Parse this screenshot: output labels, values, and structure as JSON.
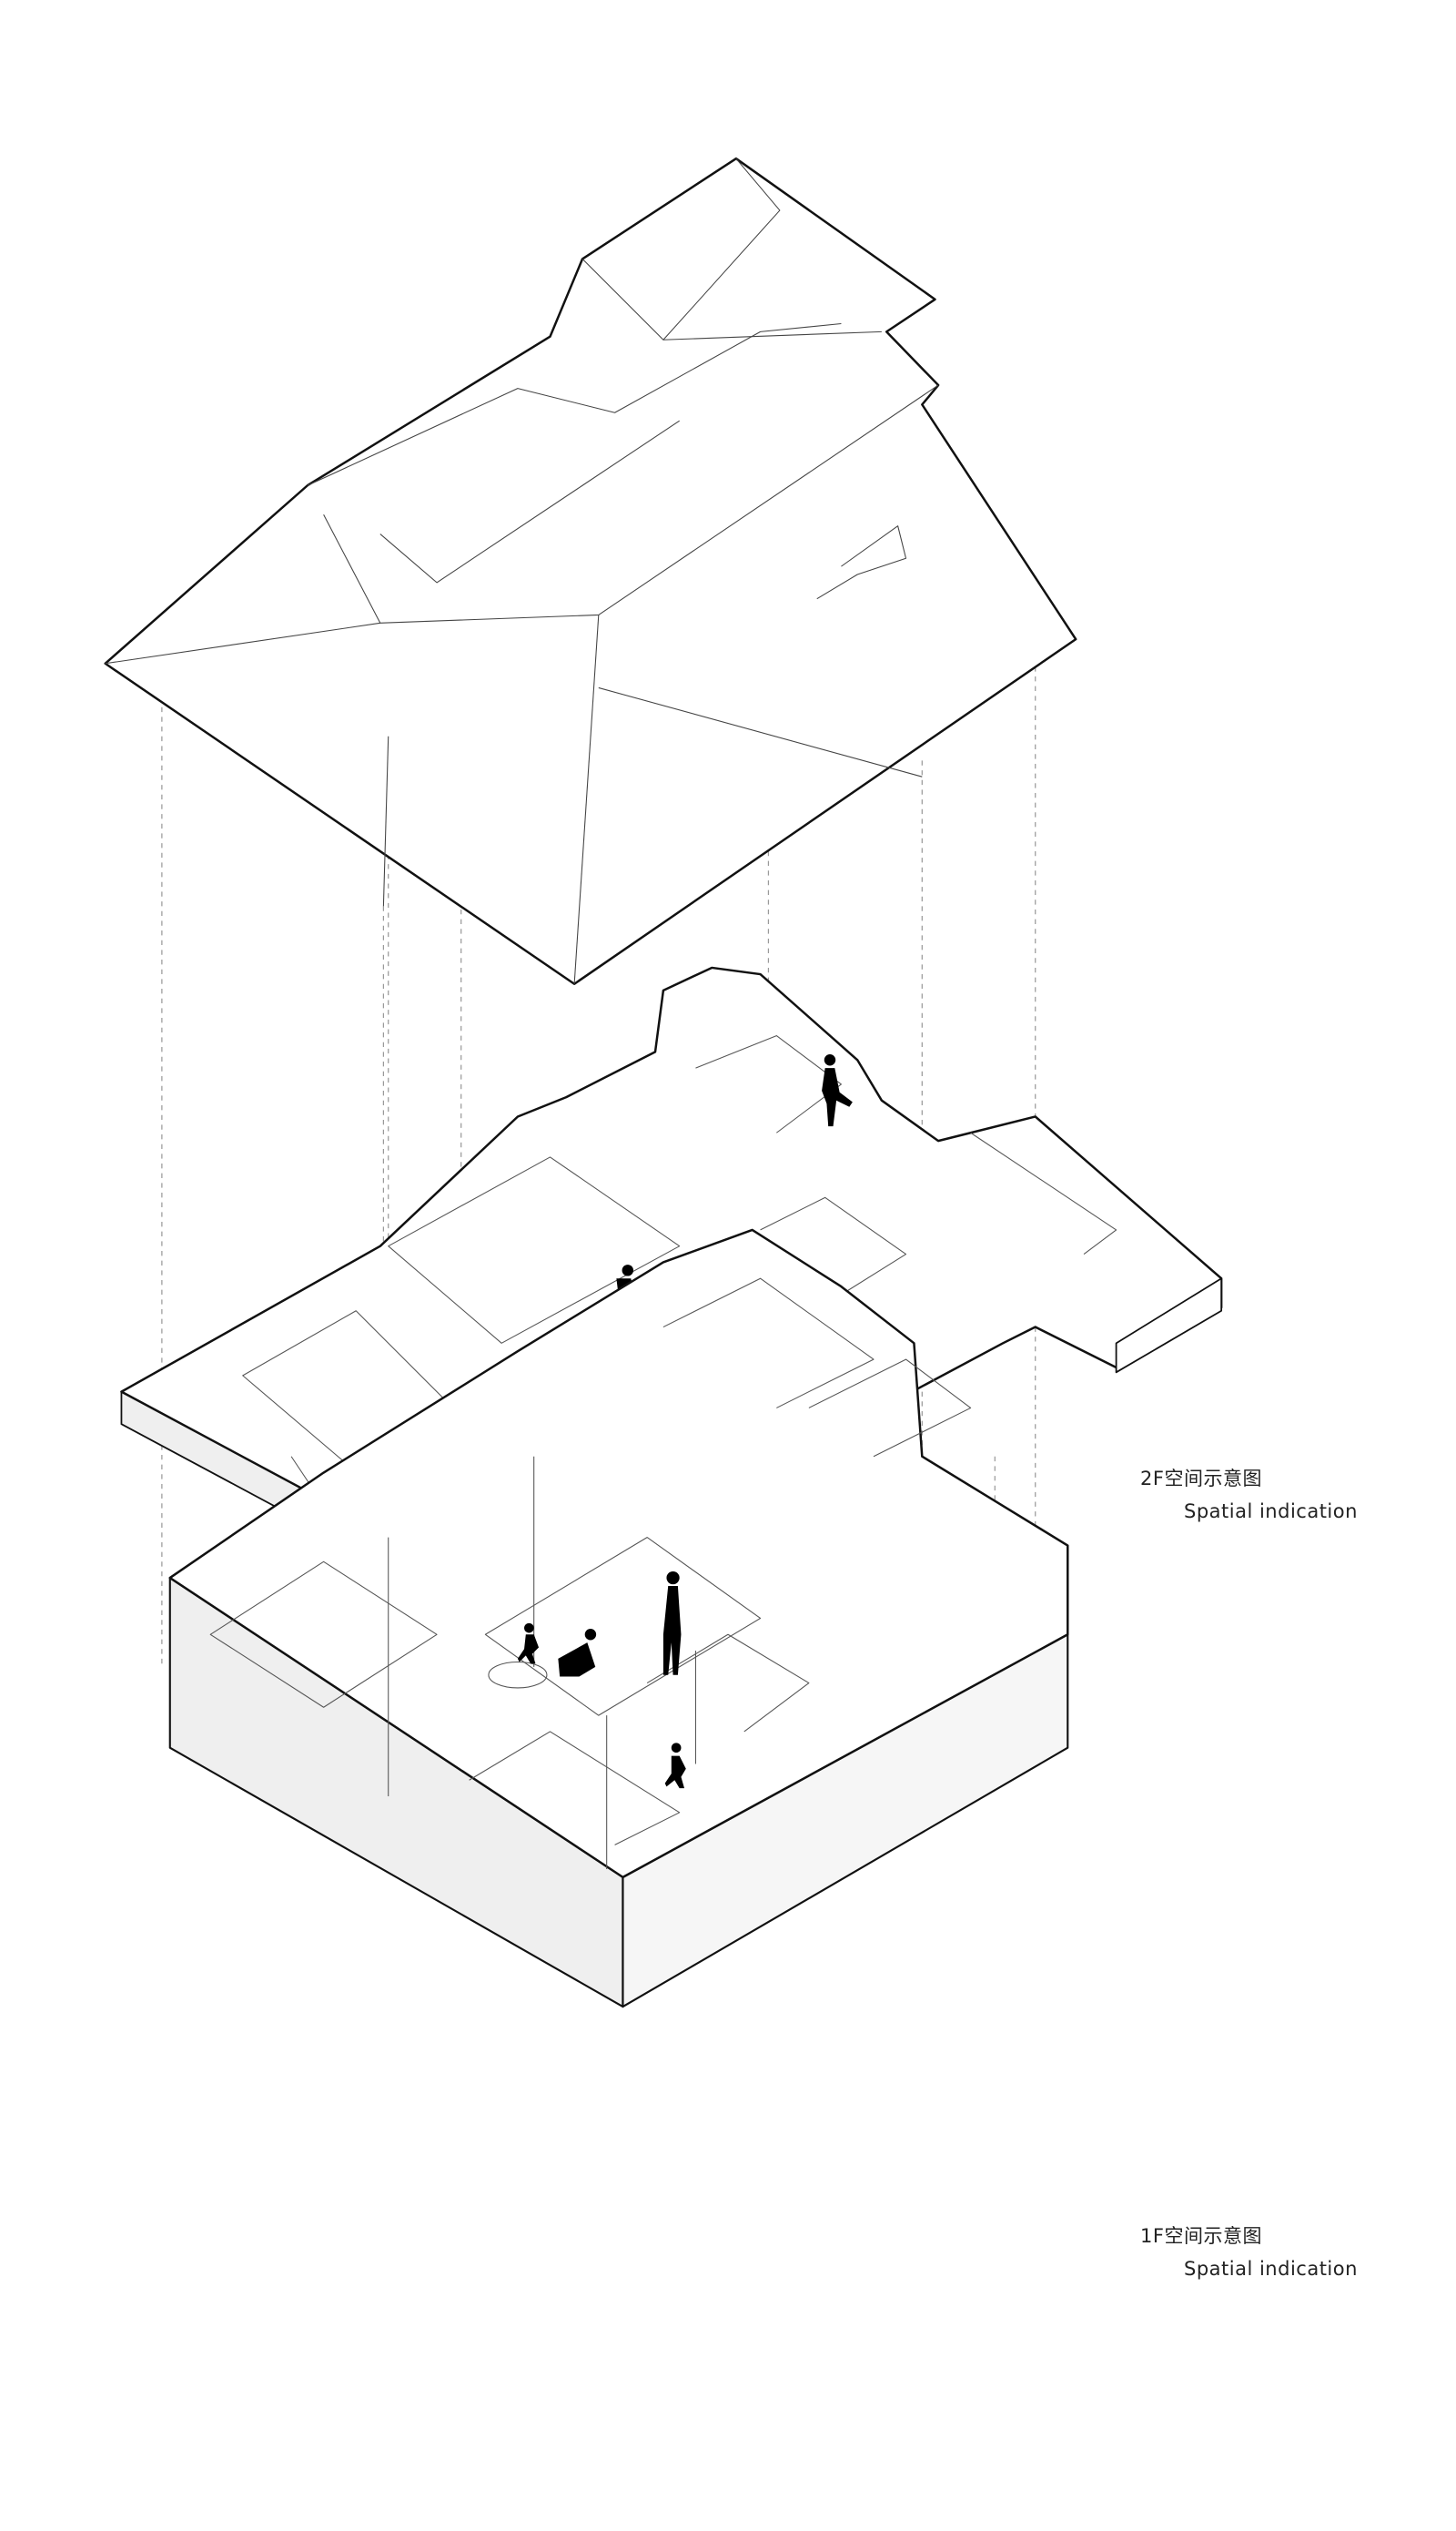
{
  "labels": {
    "floor2": {
      "title": "2F空间示意图",
      "subtitle": "Spatial indication"
    },
    "floor1": {
      "title": "1F空间示意图",
      "subtitle": "Spatial indication"
    }
  },
  "colors": {
    "line": "#111111",
    "fill": "#ffffff",
    "shade": "#efefef",
    "dash": "#9a9a9a"
  }
}
